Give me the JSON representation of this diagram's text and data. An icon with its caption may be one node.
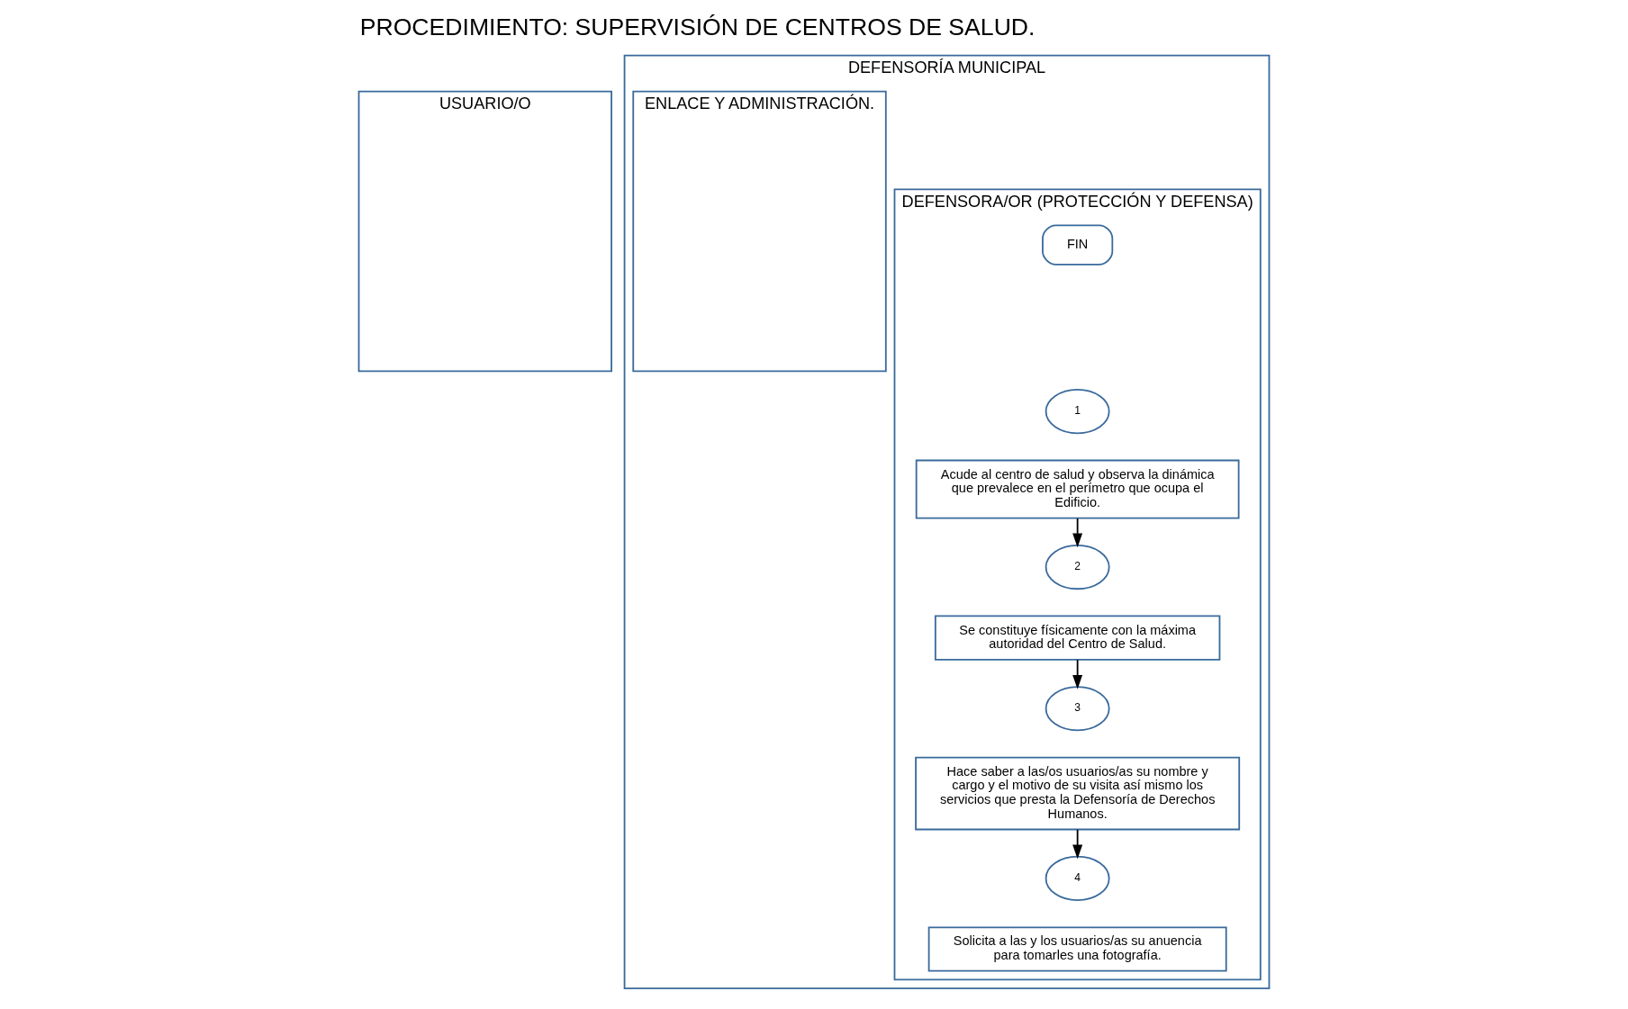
{
  "diagram": {
    "title": "PROCEDIMIENTO: SUPERVISIÓN DE CENTROS DE SALUD.",
    "nodes": [
      {
        "text": [
          "USUARIO/O"
        ]
      },
      {
        "text": [
          "DEFENSORÍA MUNICIPAL"
        ]
      },
      {
        "text": [
          "DEFENSORA/OR (PROTECCIÓN Y DEFENSA)"
        ],
        "in": 1
      },
      {
        "text": [
          "ENLACE Y ADMINISTRACIÓN."
        ],
        "in": 1
      },
      {
        "text": [
          "FIN"
        ],
        "in": 2
      },
      {
        "text": [
          "1"
        ],
        "in": 2
      },
      {
        "text": [
          "Acude al centro de salud y observa la dinámica que prevalece en el perímetro que ocupa el Edificio."
        ],
        "in": 2
      },
      {
        "text": [
          "2"
        ],
        "in": 2
      },
      {
        "text": [
          "Se constituye físicamente con la máxima autoridad del Centro de Salud."
        ],
        "in": 2
      },
      {
        "text": [
          "3"
        ],
        "in": 2
      },
      {
        "text": [
          "Hace saber a las/os usuarios/as su nombre y cargo y el motivo de su visita así mismo los servicios que presta la Defensoría de Derechos Humanos."
        ],
        "in": 2
      },
      {
        "text": [
          "4"
        ],
        "in": 2
      },
      {
        "text": [
          "Solicita a las y los usuarios/as su anuencia para tomarles una fotografía."
        ],
        "in": 2
      }
    ],
    "edges": [
      {
        "from": 6,
        "to": 7,
        "arrow": "to"
      },
      {
        "from": 8,
        "to": 9,
        "arrow": "to"
      },
      {
        "from": 10,
        "to": 11,
        "arrow": "to"
      }
    ]
  }
}
